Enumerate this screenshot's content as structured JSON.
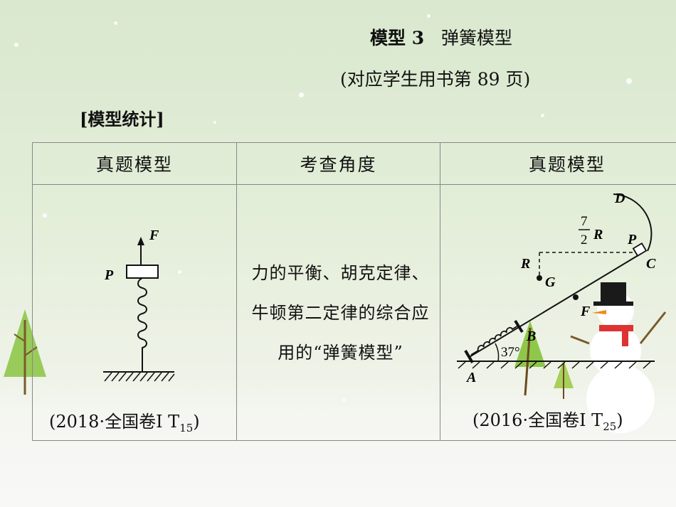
{
  "header": {
    "title_bold": "模型 3",
    "title_rest": "弹簧模型",
    "subtitle": "(对应学生用书第 89 页)"
  },
  "section_label": "[模型统计]",
  "table": {
    "columns": [
      "真题模型",
      "考查角度",
      "真题模型"
    ],
    "row": {
      "left_caption_main": "(2018·全国卷Ⅰ T",
      "left_caption_sub": "15",
      "left_caption_end": ")",
      "description": "力的平衡、胡克定律、牛顿第二定律的综合应用的“弹簧模型”",
      "right_caption_main": "(2016·全国卷Ⅰ T",
      "right_caption_sub": "25",
      "right_caption_end": ")"
    }
  },
  "figure_left": {
    "label_force": "F",
    "label_block": "P"
  },
  "figure_right": {
    "label_D": "D",
    "label_C": "C",
    "label_P": "P",
    "label_R": "R",
    "label_G": "G",
    "label_F": "F",
    "label_B": "B",
    "label_A": "A",
    "fraction_num": "7",
    "fraction_den": "2",
    "fraction_R": "R",
    "angle": "37°"
  },
  "colors": {
    "background_top": "#d9e8cf",
    "snow": "#f8f8f6",
    "tree": "#8fc74a",
    "border": "#888888"
  }
}
